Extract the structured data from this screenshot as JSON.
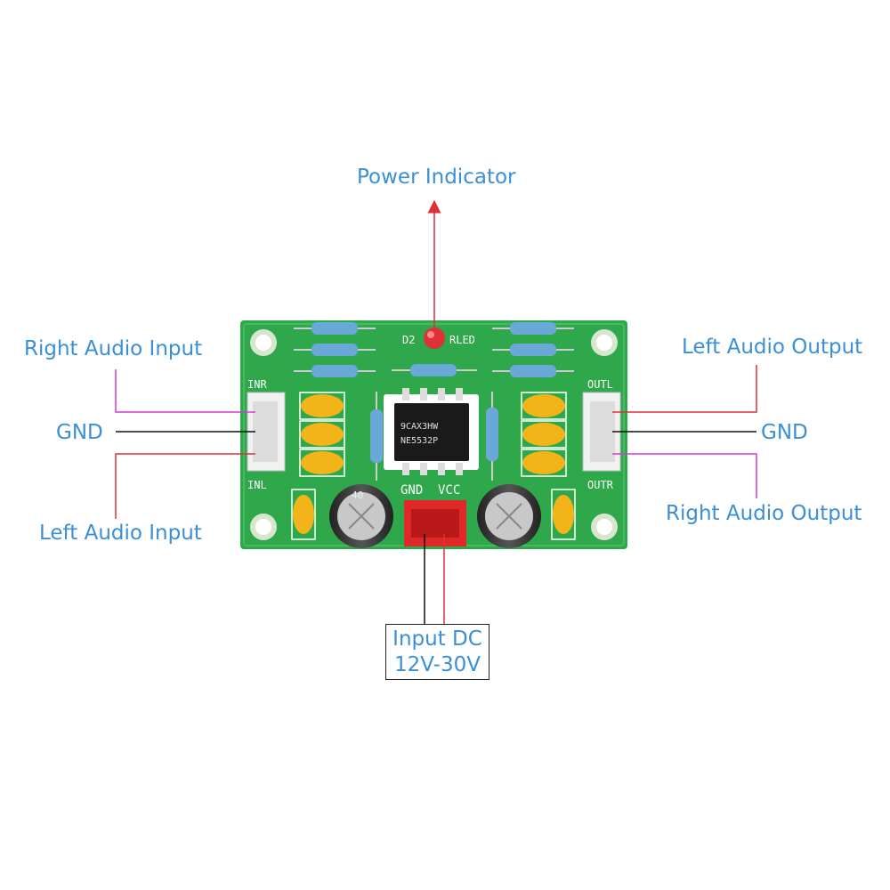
{
  "labels": {
    "power_indicator": "Power Indicator",
    "right_audio_input": "Right Audio Input",
    "gnd_left": "GND",
    "left_audio_input": "Left Audio Input",
    "left_audio_output": "Left Audio Output",
    "gnd_right": "GND",
    "right_audio_output": "Right Audio Output",
    "input_dc_line1": "Input DC",
    "input_dc_line2": "12V-30V"
  },
  "pcb_silkscreen": {
    "inr": "INR",
    "inl": "INL",
    "outl": "OUTL",
    "outr": "OUTR",
    "d2": "D2",
    "rled": "RLED",
    "gnd": "GND",
    "vcc": "VCC",
    "chip_line1": "9CAX3HW",
    "chip_line2": "NE5532P",
    "cap_mark": "40"
  },
  "colors": {
    "label_blue": "#3a8fd6",
    "arrow_red": "#e0313a",
    "line_magenta": "#d63ad6",
    "line_black": "#111111",
    "pcb_green": "#2ea84a",
    "connector_red": "#e02828"
  }
}
